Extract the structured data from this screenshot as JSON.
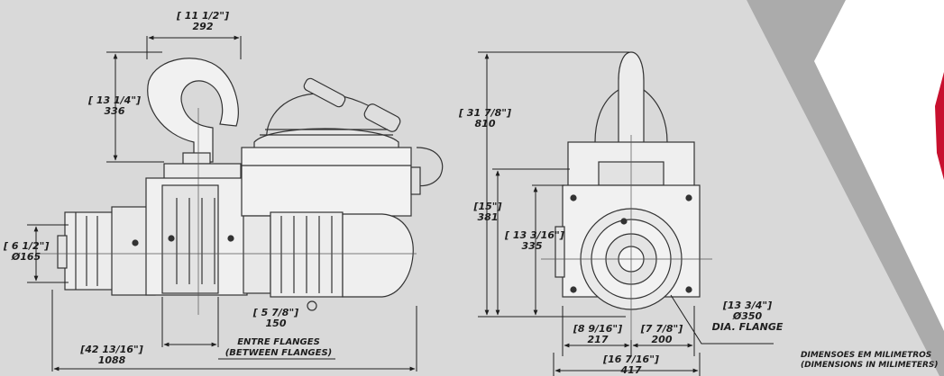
{
  "colors": {
    "background_panel": "#d9d9d9",
    "frame_band": "#ababab",
    "accent_red": "#c8102e",
    "line": "#333333",
    "dimension_line": "#1e1e1e"
  },
  "side_view": {
    "hook_width": {
      "imperial": "[ 11 1/2\"]",
      "metric": "292"
    },
    "hook_height": {
      "imperial": "[ 13 1/4\"]",
      "metric": "336"
    },
    "drum_diameter": {
      "imperial": "[ 6 1/2\"]",
      "metric": "Ø165"
    },
    "flange_spacing": {
      "imperial": "[ 5 7/8\"]",
      "metric": "150",
      "label_pt": "ENTRE FLANGES",
      "label_en": "(BETWEEN FLANGES)"
    },
    "overall_length": {
      "imperial": "[42 13/16\"]",
      "metric": "1088"
    }
  },
  "front_view": {
    "overall_height": {
      "imperial": "[ 31 7/8\"]",
      "metric": "810"
    },
    "axis_height": {
      "imperial": "[15\"]",
      "metric": "381"
    },
    "flange_height": {
      "imperial": "[ 13 3/16\"]",
      "metric": "335"
    },
    "flange_diameter": {
      "imperial": "[13 3/4\"]",
      "metric": "Ø350",
      "label": "DIA. FLANGE"
    },
    "left_offset": {
      "imperial": "[8 9/16\"]",
      "metric": "217"
    },
    "right_offset": {
      "imperial": "[7 7/8\"]",
      "metric": "200"
    },
    "overall_width": {
      "imperial": "[16 7/16\"]",
      "metric": "417"
    }
  },
  "units_note": {
    "line1": "DIMENSÕES EM MILÍMETROS",
    "line2": "(DIMENSIONS IN MILIMETERS)"
  }
}
